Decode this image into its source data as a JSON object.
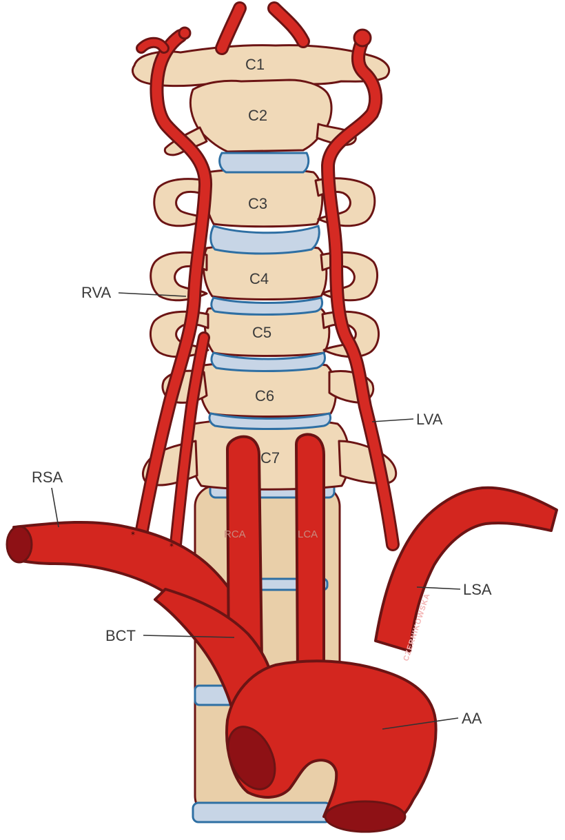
{
  "vertebrae": {
    "c1": "C1",
    "c2": "C2",
    "c3": "C3",
    "c4": "C4",
    "c5": "C5",
    "c6": "C6",
    "c7": "C7"
  },
  "labels": {
    "rva": "RVA",
    "lva": "LVA",
    "rsa": "RSA",
    "lsa": "LSA",
    "bct": "BCT",
    "aa": "AA",
    "rca": "RCA",
    "lca": "LCA"
  },
  "markers": {
    "star": "*"
  },
  "signature": "CZERNIKOWSKA",
  "colors": {
    "artery": "#d52a23",
    "outline": "#6b1414",
    "bone": "#f0d9b8",
    "disc": "#c7d5e6"
  }
}
